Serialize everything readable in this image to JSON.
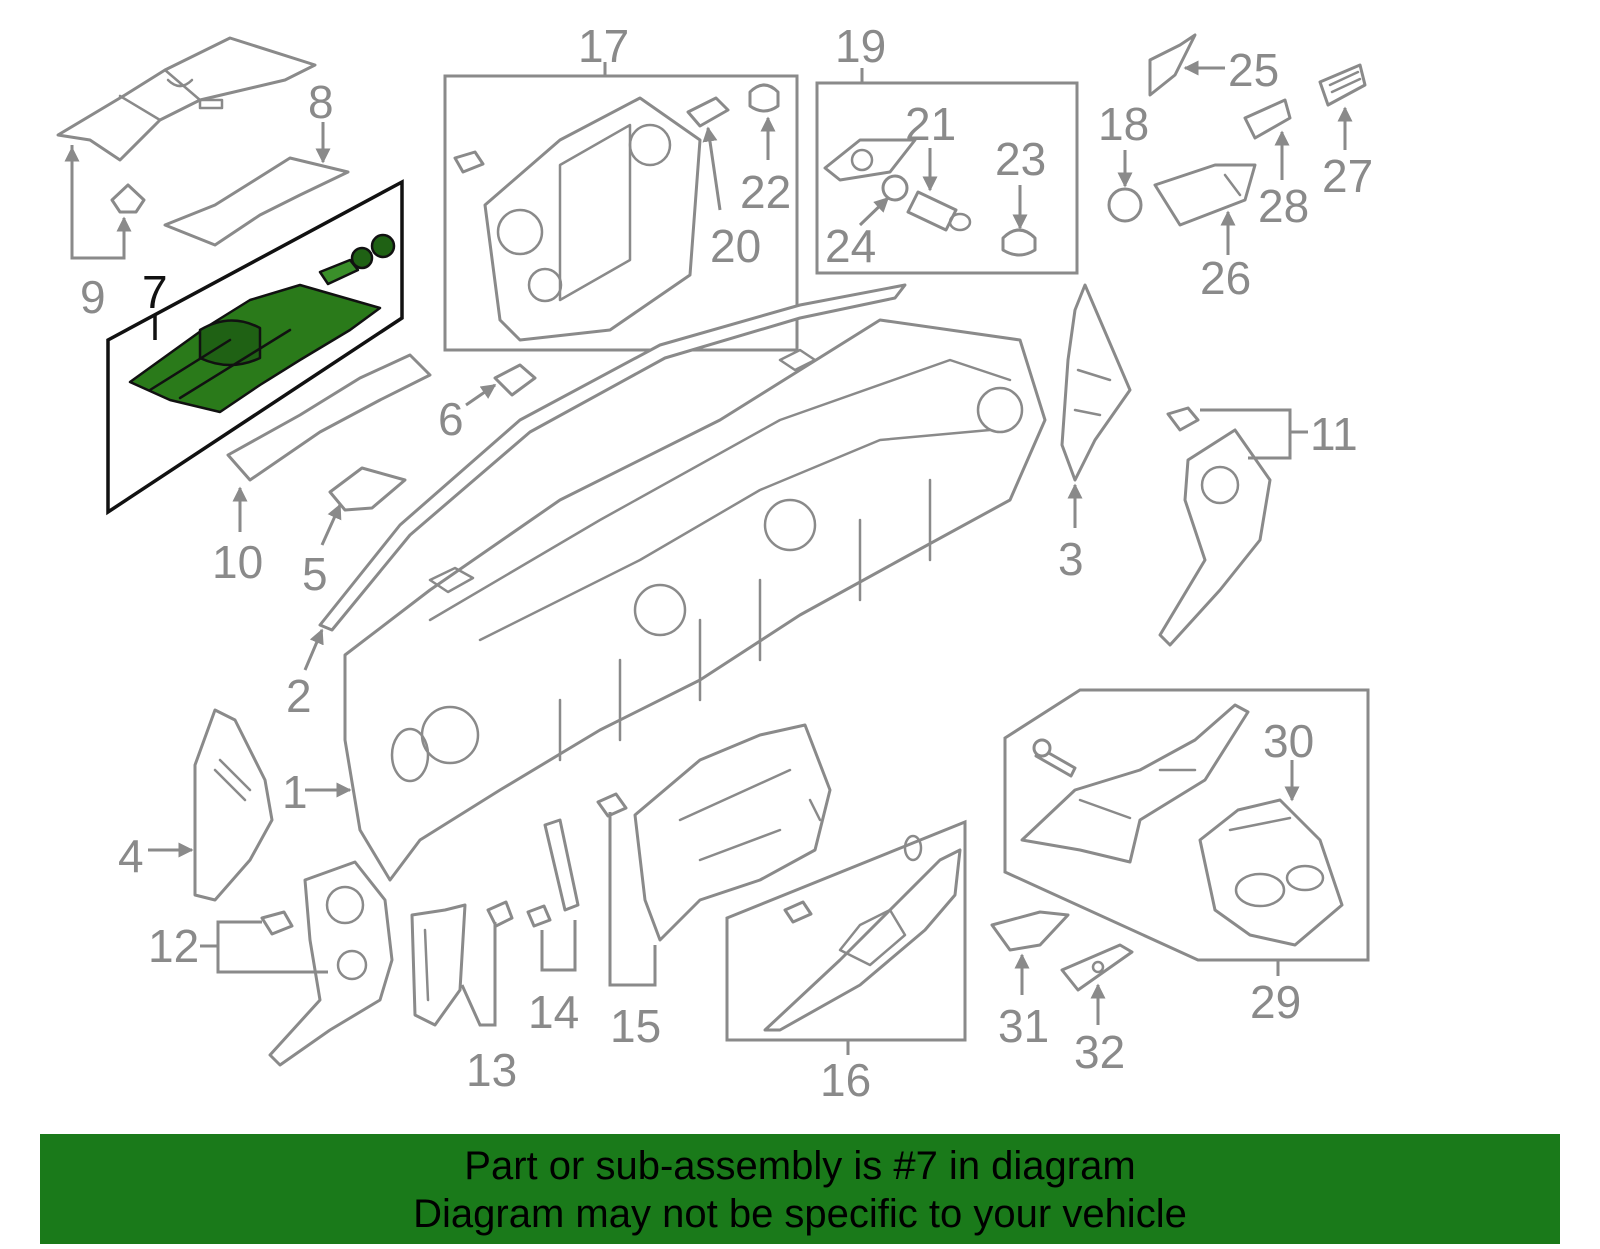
{
  "diagram": {
    "highlight_color": "#2a7a1a",
    "line_color": "#8a8a8a",
    "highlighted_callout": "7",
    "callouts": {
      "c1": "1",
      "c2": "2",
      "c3": "3",
      "c4": "4",
      "c5": "5",
      "c6": "6",
      "c7": "7",
      "c8": "8",
      "c9": "9",
      "c10": "10",
      "c11": "11",
      "c12": "12",
      "c13": "13",
      "c14": "14",
      "c15": "15",
      "c16": "16",
      "c17": "17",
      "c18": "18",
      "c19": "19",
      "c20": "20",
      "c21": "21",
      "c22": "22",
      "c23": "23",
      "c24": "24",
      "c25": "25",
      "c26": "26",
      "c27": "27",
      "c28": "28",
      "c29": "29",
      "c30": "30",
      "c31": "31",
      "c32": "32"
    }
  },
  "banner": {
    "background_color": "#1a7a1a",
    "line1": "Part or sub-assembly is #7 in diagram",
    "line2": "Diagram may not be specific to your vehicle"
  }
}
